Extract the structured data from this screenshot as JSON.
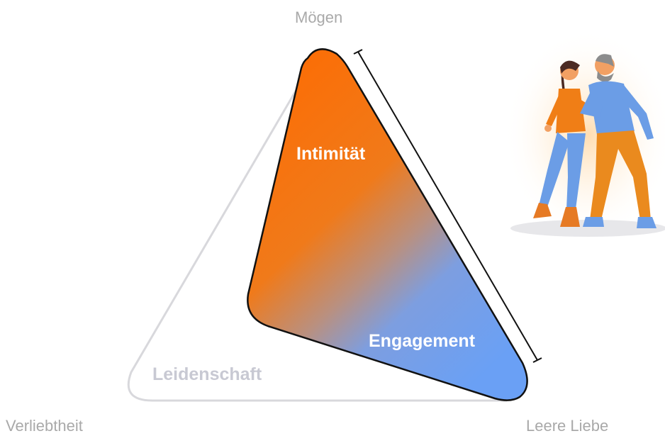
{
  "vertices": {
    "top": "Mögen",
    "bottom_left": "Verliebtheit",
    "bottom_right": "Leere Liebe"
  },
  "sides": {
    "intimacy": "Intimität",
    "passion": "Leidenschaft",
    "commitment": "Engagement"
  },
  "colors": {
    "orange": "#ff6a00",
    "blue": "#6fa1f2",
    "outline_gray": "#d8d8dc",
    "passion_text": "#c8c9d3",
    "vertex_text": "#a9a9a9"
  },
  "illustration": "couple-walking"
}
